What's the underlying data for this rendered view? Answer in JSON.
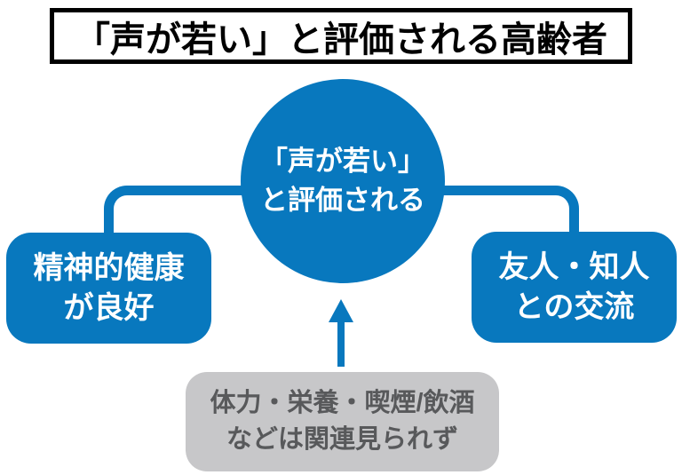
{
  "colors": {
    "blue": "#0878BE",
    "gray_fill": "#C7C7C9",
    "gray_text": "#58595B",
    "title_text": "#000000",
    "background": "#FFFFFF"
  },
  "title": {
    "text": "「声が若い」と評価される高齢者"
  },
  "diagram": {
    "center_circle": {
      "line1": "「声が若い」",
      "line2": "と評価される"
    },
    "left_box": {
      "line1": "精神的健康",
      "line2": "が良好"
    },
    "right_box": {
      "line1": "友人・知人",
      "line2": "との交流"
    },
    "bottom_box": {
      "line1": "体力・栄養・喫煙/飲酒",
      "line2": "などは関連見られず"
    }
  }
}
